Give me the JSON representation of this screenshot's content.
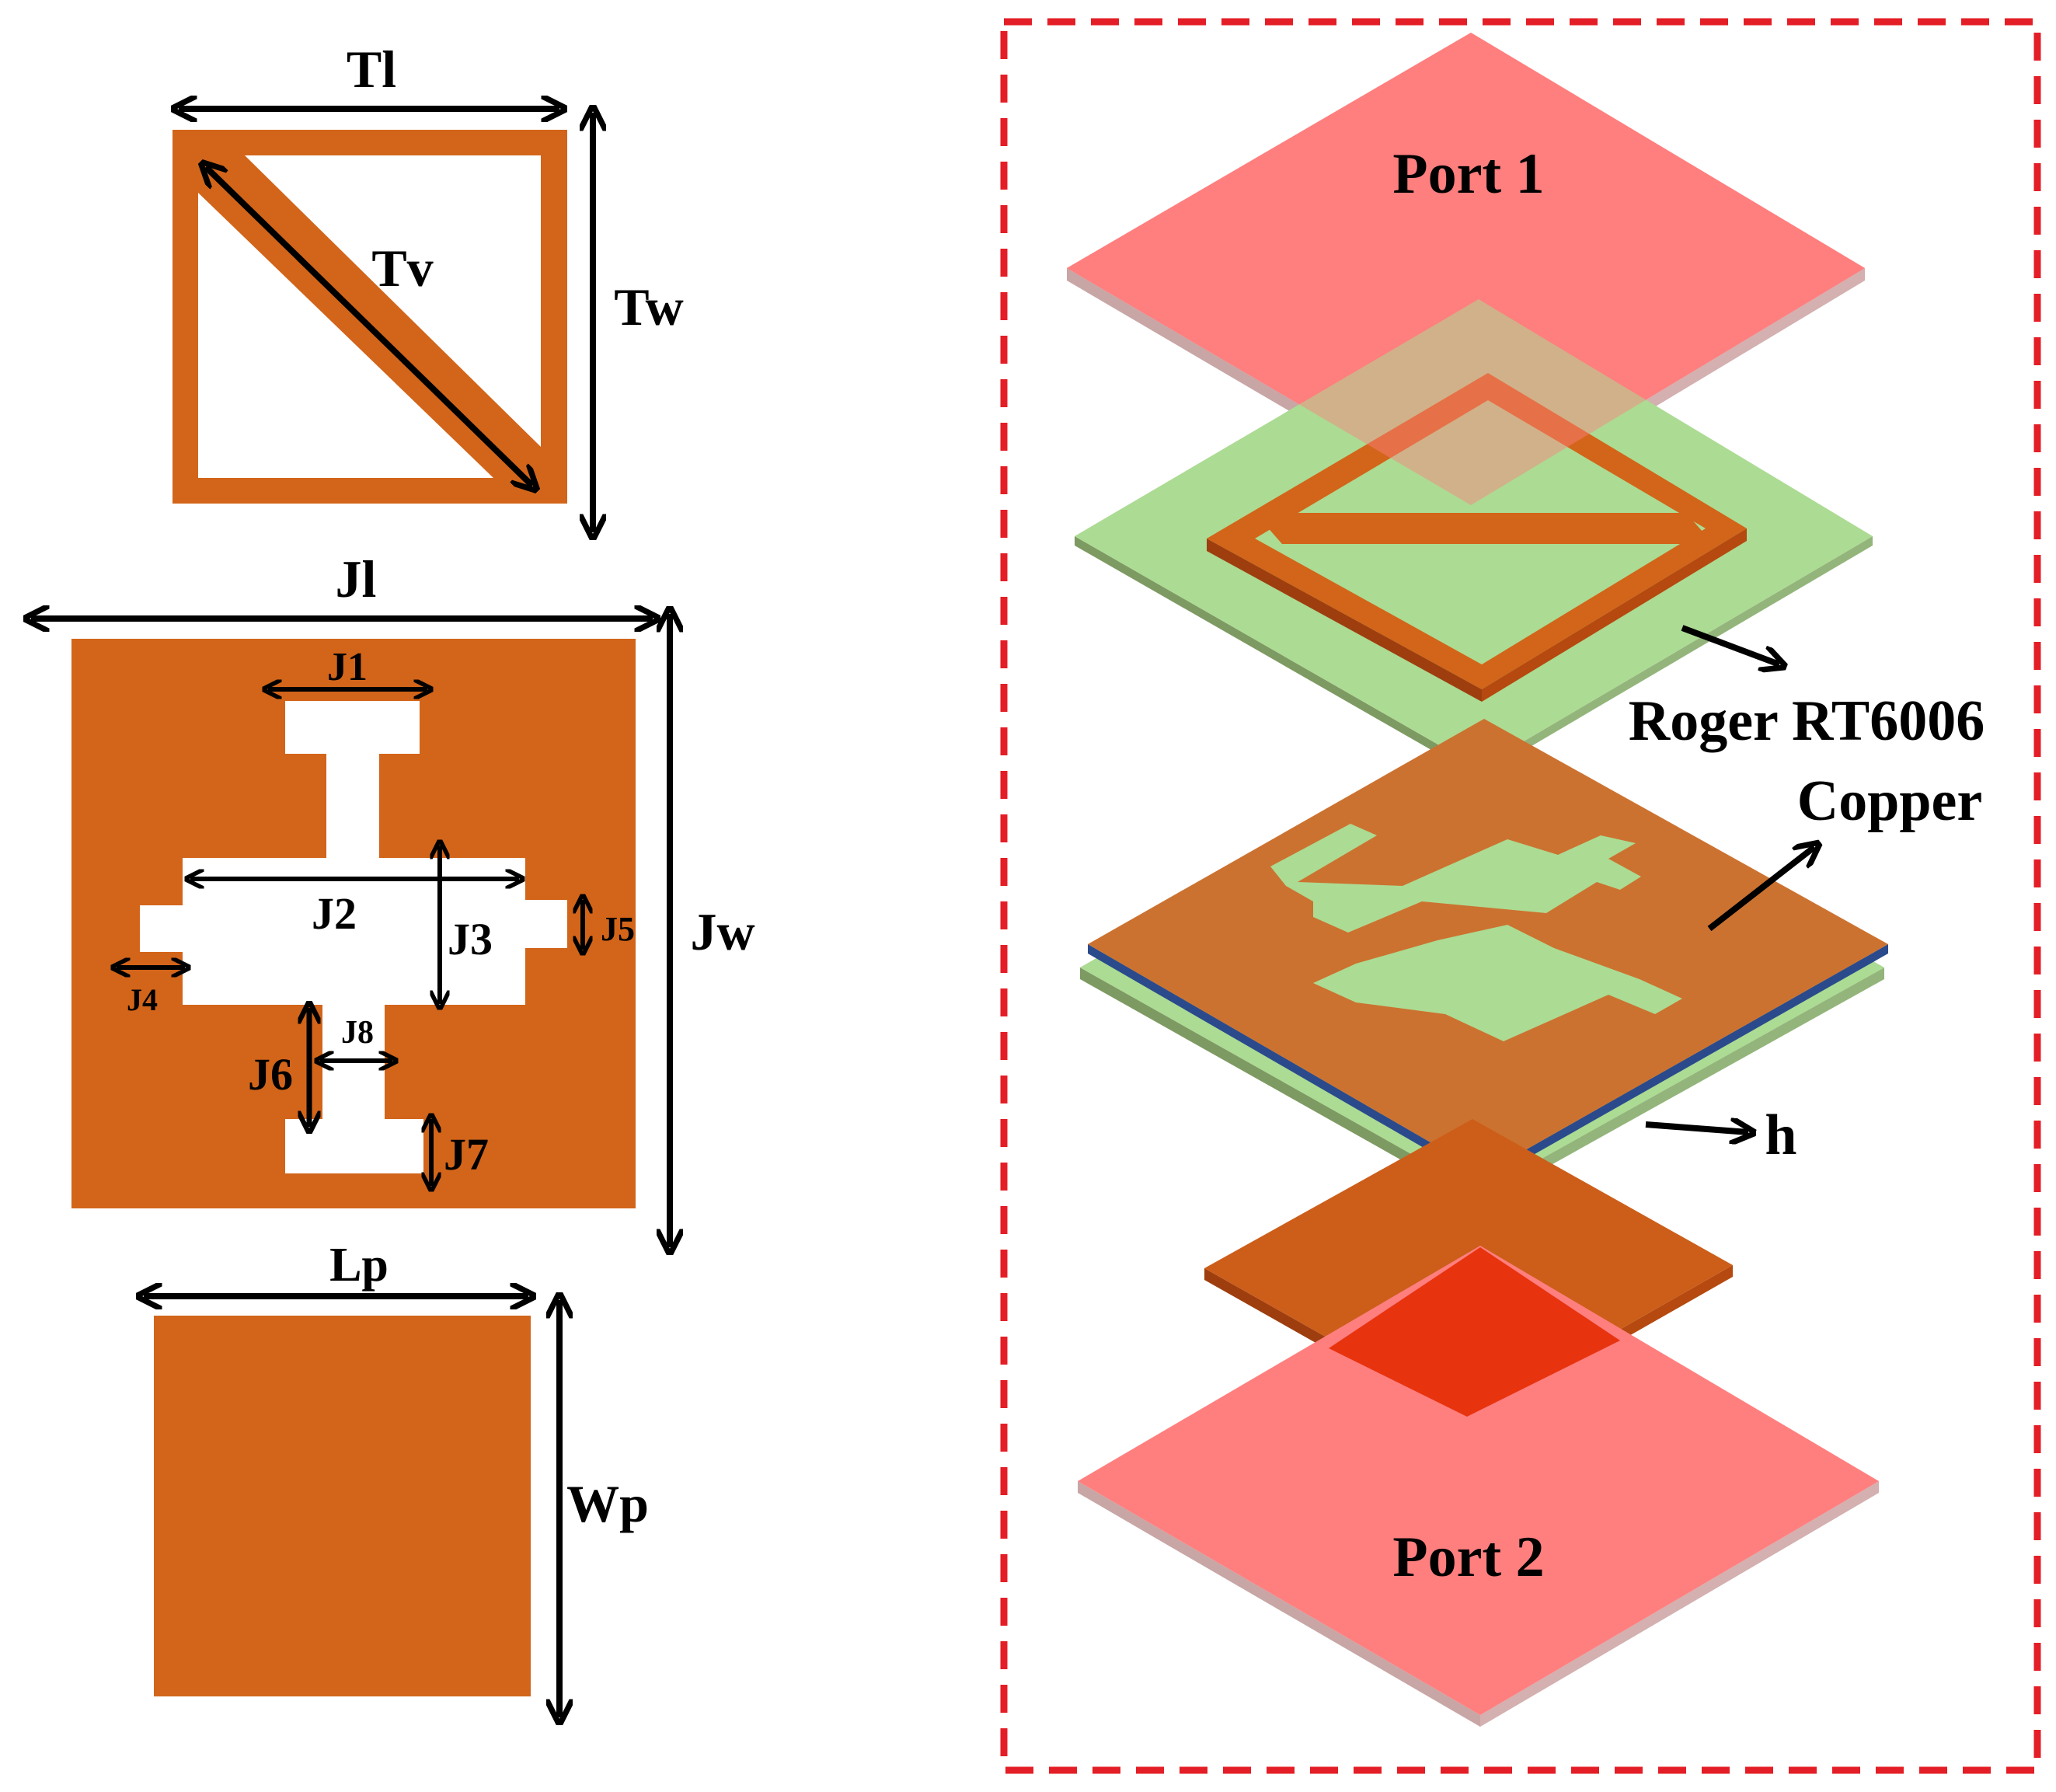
{
  "colors": {
    "copper": "#D2651A",
    "port": "#FF7F7F",
    "substrate": "#ACDB93",
    "frame": "#E41E26",
    "bright_copper": "#E5441B"
  },
  "left_panel": {
    "top_element": {
      "tl": "Tl",
      "tw": "Tw",
      "tv": "Tv"
    },
    "middle_element": {
      "jl": "Jl",
      "jw": "Jw",
      "j1": "J1",
      "j2": "J2",
      "j3": "J3",
      "j4": "J4",
      "j5": "J5",
      "j6": "J6",
      "j7": "J7",
      "j8": "J8"
    },
    "bottom_element": {
      "lp": "Lp",
      "wp": "Wp"
    }
  },
  "right_panel": {
    "port1": "Port 1",
    "port2": "Port 2",
    "substrate_label": "Roger RT6006",
    "copper_label": "Copper",
    "h_label": "h"
  }
}
